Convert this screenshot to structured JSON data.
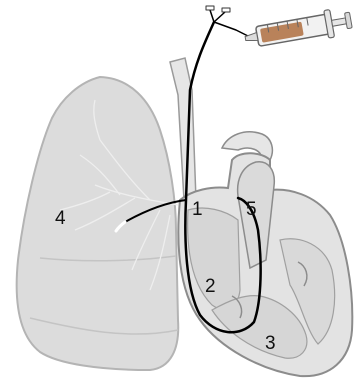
{
  "labels": {
    "l1": "1",
    "l2": "2",
    "l3": "3",
    "l4": "4",
    "l5": "5"
  },
  "colors": {
    "lung_fill": "#dcdcdc",
    "lung_stroke": "#b4b4b4",
    "heart_fill": "#e3e3e3",
    "heart_stroke": "#8c8c8c",
    "catheter": "#000000",
    "syringe_fluid": "#b9825a"
  },
  "icons": {
    "syringe": "syringe-icon",
    "catheter": "catheter-icon"
  }
}
